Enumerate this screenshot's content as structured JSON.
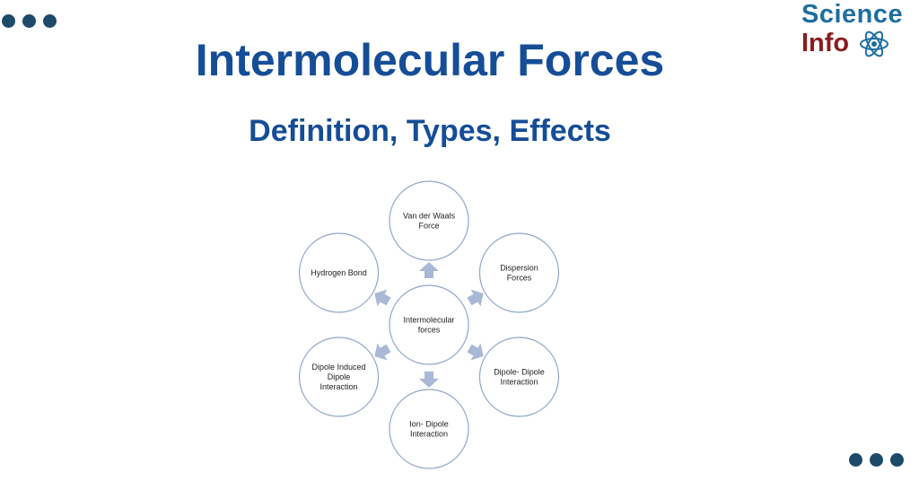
{
  "header": {
    "title": "Intermolecular Forces",
    "subtitle": "Definition, Types, Effects"
  },
  "logo": {
    "line1": "Science",
    "line2": "Info",
    "icon": "atom-icon",
    "colors": {
      "science": "#1d6ea0",
      "info": "#8b1c1c"
    }
  },
  "colors": {
    "title": "#154d97",
    "dots": "#1c4a68",
    "node_border": "#8fa6c8",
    "arrow": "#a8b8d6"
  },
  "diagram": {
    "center": {
      "lines": [
        "Intermolecular",
        "forces"
      ]
    },
    "nodes": [
      {
        "id": "van-der-waals",
        "lines": [
          "Van der Waals",
          "Force"
        ]
      },
      {
        "id": "dispersion",
        "lines": [
          "Dispersion",
          "Forces"
        ]
      },
      {
        "id": "dipole-dipole",
        "lines": [
          "Dipole- Dipole",
          "Interaction"
        ]
      },
      {
        "id": "ion-dipole",
        "lines": [
          "Ion- Dipole",
          "Interaction"
        ]
      },
      {
        "id": "dipole-induced",
        "lines": [
          "Dipole Induced",
          "Dipole",
          "Interaction"
        ]
      },
      {
        "id": "hydrogen-bond",
        "lines": [
          "Hydrogen Bond"
        ]
      }
    ]
  }
}
